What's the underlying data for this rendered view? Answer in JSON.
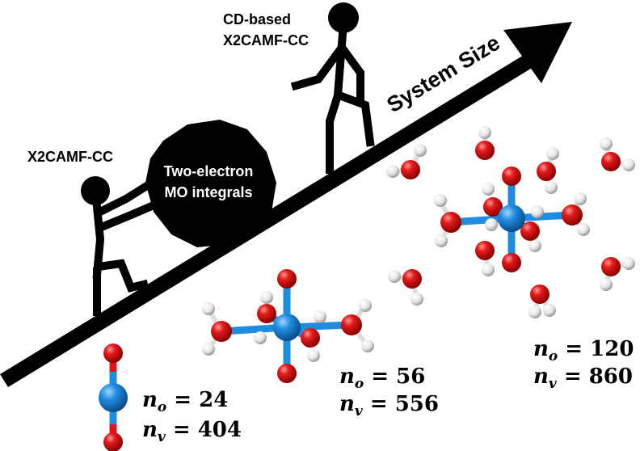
{
  "arrow_label": "System Size",
  "figures": {
    "left_label": "X2CAMF-CC",
    "right_label_line1": "CD-based",
    "right_label_line2": "X2CAMF-CC",
    "boulder_line1": "Two-electron",
    "boulder_line2": "MO integrals"
  },
  "systems": [
    {
      "no_symbol": "n",
      "no_sub": "o",
      "no_value": "24",
      "nv_symbol": "n",
      "nv_sub": "v",
      "nv_value": "404"
    },
    {
      "no_symbol": "n",
      "no_sub": "o",
      "no_value": "56",
      "nv_symbol": "n",
      "nv_sub": "v",
      "nv_value": "556"
    },
    {
      "no_symbol": "n",
      "no_sub": "o",
      "no_value": "120",
      "nv_symbol": "n",
      "nv_sub": "v",
      "nv_value": "860"
    }
  ],
  "colors": {
    "metal": "#1f8ce0",
    "oxygen": "#e0141a",
    "hydrogen": "#f2f2f2",
    "ink": "#000000"
  }
}
